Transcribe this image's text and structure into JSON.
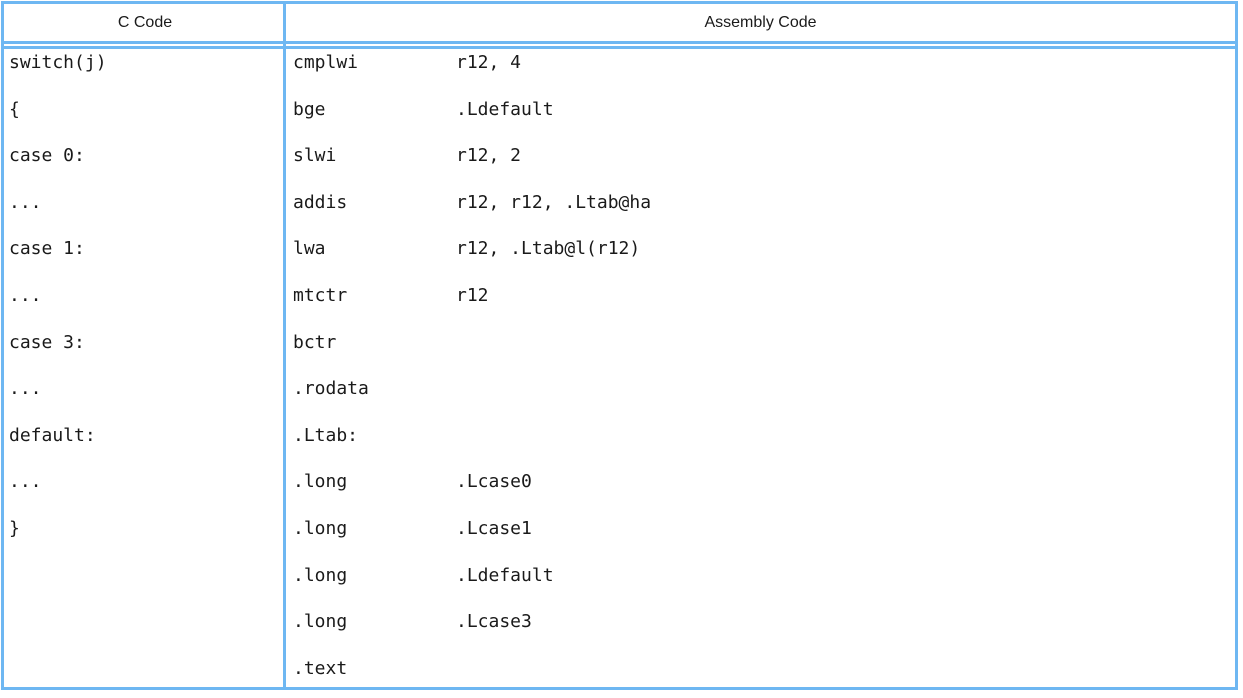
{
  "colors": {
    "border_blue": "#6eb7f2",
    "text": "#1a1a1a",
    "background": "#ffffff"
  },
  "table": {
    "headers": [
      "C Code",
      "Assembly Code"
    ],
    "c_code_lines": [
      "switch(j)",
      "{",
      "case 0:",
      "...",
      "case 1:",
      "...",
      "case 3:",
      "...",
      "default:",
      "...",
      "}"
    ],
    "assembly_lines": [
      {
        "mnemonic": "cmplwi",
        "operands": "r12, 4"
      },
      {
        "mnemonic": "bge",
        "operands": ".Ldefault"
      },
      {
        "mnemonic": "slwi",
        "operands": "r12, 2"
      },
      {
        "mnemonic": "addis",
        "operands": "r12, r12, .Ltab@ha"
      },
      {
        "mnemonic": "lwa",
        "operands": "r12, .Ltab@l(r12)"
      },
      {
        "mnemonic": "mtctr",
        "operands": "r12"
      },
      {
        "mnemonic": "bctr",
        "operands": ""
      },
      {
        "mnemonic": ".rodata",
        "operands": ""
      },
      {
        "mnemonic": ".Ltab:",
        "operands": ""
      },
      {
        "mnemonic": ".long",
        "operands": ".Lcase0"
      },
      {
        "mnemonic": ".long",
        "operands": ".Lcase1"
      },
      {
        "mnemonic": ".long",
        "operands": ".Ldefault"
      },
      {
        "mnemonic": ".long",
        "operands": ".Lcase3"
      },
      {
        "mnemonic": ".text",
        "operands": ""
      }
    ]
  }
}
